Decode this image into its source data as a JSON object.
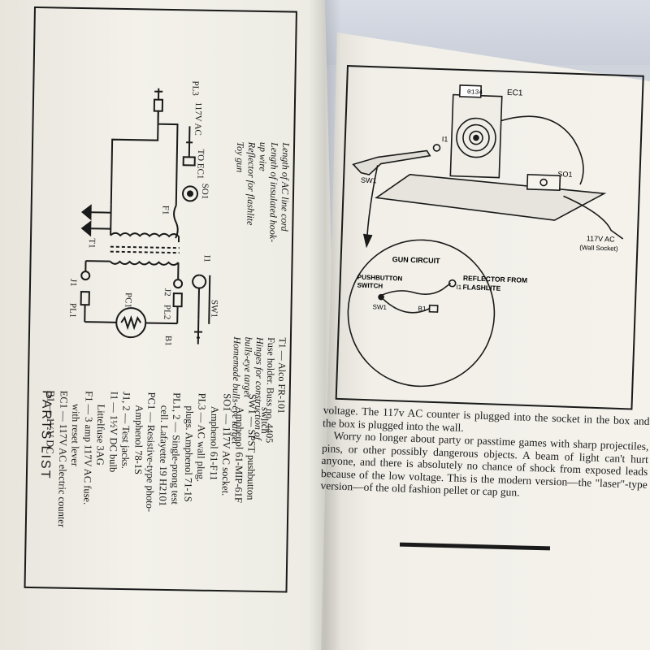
{
  "parts_list": {
    "title": "PARTS LIST",
    "items": [
      "B1 — 1½V DC",
      "EC1 — 117V AC electric counter",
      "with reset lever",
      "F1 — 3 amp 117V AC fuse.",
      "Littelfuse 3AG",
      "I1 — 1½V DC bulb",
      "J1, 2 — Test jacks.",
      "Amphenol 78-1S",
      "PC1 — Resistive-type photo-",
      "cell. Lafayette 19 H2101",
      "PL1, 2 — Single-prong test",
      "plugs. Amphenol 71-1S",
      "PL3 — AC wall plug.",
      "Amphenol 61-F11",
      "SO1 — 117V AC socket.",
      "Amphenol 61-MIP-61F",
      "SW1 — SPST pushbutton",
      "switch"
    ]
  },
  "misc_parts": {
    "items": [
      "T1 — Alco FR-101",
      "Fuse holder. Buss no. 4405",
      "Hinges for construction of",
      "bulls-eye target",
      "Homemade bulls-eye target",
      "Length of AC line cord",
      "Length of insulated hook-",
      "up wire",
      "Reflector for flashlite",
      "Toy gun"
    ]
  },
  "schematic_labels": {
    "pl3": "PL3",
    "ac": "117V AC",
    "to_ec1": "TO EC1",
    "so1": "SO1",
    "f1": "F1",
    "t1": "T1",
    "j1": "J1",
    "j2": "J2",
    "pl1": "PL1",
    "pl2": "PL2",
    "pc1": "PC1",
    "i1": "I1",
    "sw1": "SW1",
    "b1": "B1"
  },
  "illustration_labels": {
    "ec1": "EC1",
    "counter": "0134",
    "i1": "I1",
    "sw1": "SW1",
    "so1": "SO1",
    "ac": "117V AC",
    "wall_socket": "(Wall Socket)",
    "gun_circuit": "GUN CIRCUIT",
    "pushbutton_switch": "PUSHBUTTON SWITCH",
    "reflector": "REFLECTOR FROM FLASHLITE",
    "sw1_inset": "SW1",
    "b1_inset": "B1",
    "i1_inset": "I1"
  },
  "body": {
    "paragraph1": "voltage. The 117v AC counter is plugged into the socket in the box and the box is plugged into the wall.",
    "paragraph2": "Worry no longer about party or passtime games with sharp projectiles, pins, or other possibly dangerous objects. A beam of light can't hurt anyone, and there is absolutely no chance of shock from exposed leads because of the low voltage. This is the modern version—the \"laser\"-type version—of the old fashion pellet or cap gun."
  },
  "colors": {
    "ink": "#1a1a1a",
    "paper": "#f2f0e9",
    "background": "#cfd3dc"
  }
}
